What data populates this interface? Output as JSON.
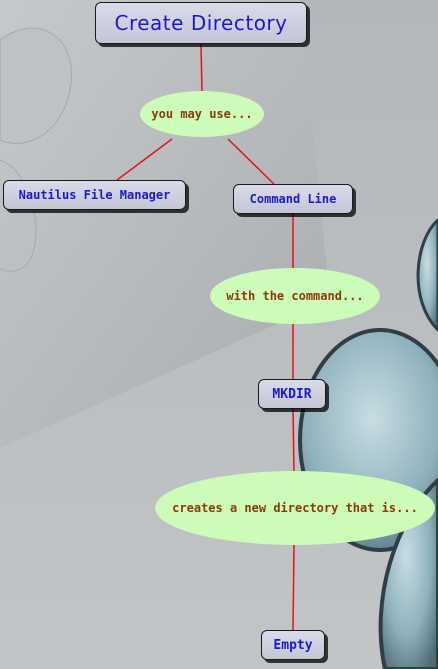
{
  "nodes": {
    "root": "Create Directory",
    "use": "you may use...",
    "nautilus": "Nautilus File Manager",
    "command_line": "Command Line",
    "with_command": "with the command...",
    "mkdir": "MKDIR",
    "creates": "creates a new directory that is...",
    "empty": "Empty"
  },
  "colors": {
    "connector": "#e0141a",
    "box_text": "#1a1ad4",
    "bubble_fill": "#ccfcb8",
    "bubble_text": "#8a3a0a"
  }
}
